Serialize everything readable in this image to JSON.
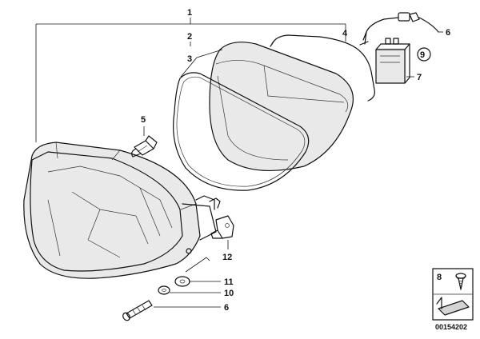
{
  "diagram": {
    "callouts": [
      {
        "id": "c1",
        "label": "1"
      },
      {
        "id": "c2",
        "label": "2"
      },
      {
        "id": "c3",
        "label": "3"
      },
      {
        "id": "c4",
        "label": "4"
      },
      {
        "id": "c5",
        "label": "5"
      },
      {
        "id": "c6",
        "label": "6"
      },
      {
        "id": "c7",
        "label": "7"
      },
      {
        "id": "c8",
        "label": "8"
      },
      {
        "id": "c9",
        "label": "9"
      },
      {
        "id": "c10",
        "label": "10"
      },
      {
        "id": "c11",
        "label": "11"
      },
      {
        "id": "c12",
        "label": "12"
      },
      {
        "id": "c-inset",
        "label": "8"
      }
    ],
    "drawing_code": "00154202"
  }
}
